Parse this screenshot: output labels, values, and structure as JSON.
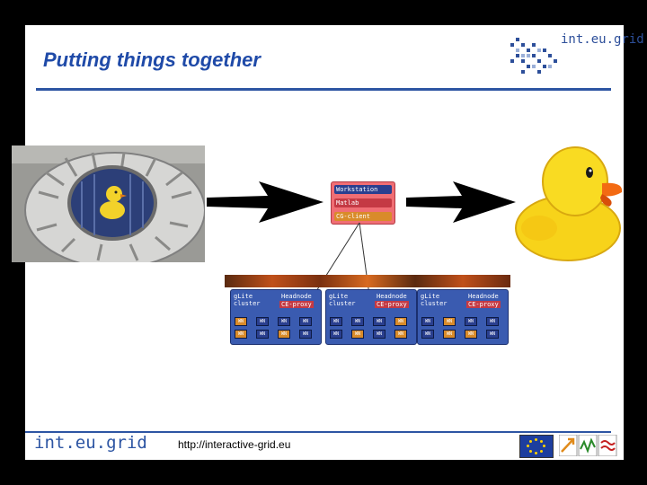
{
  "slide": {
    "title": "Putting things together",
    "logo_text": "int.eu.grid",
    "footer_logo": "int.eu.grid",
    "footer_url": "http://interactive-grid.eu"
  },
  "workstation": {
    "title": "Workstation",
    "items": [
      "Matlab",
      "CG-client"
    ]
  },
  "clusters": [
    {
      "label": "gLite cluster",
      "headnode": "Headnode",
      "proxy": "CE-proxy"
    },
    {
      "label": "gLite cluster",
      "headnode": "Headnode",
      "proxy": "CE-proxy"
    },
    {
      "label": "gLite cluster",
      "headnode": "Headnode",
      "proxy": "CE-proxy"
    }
  ],
  "node_label": "WN",
  "colors": {
    "title": "#1f4aa8",
    "rule": "#2d55a3",
    "workstation": "#f06e74",
    "cluster": "#3a5bb0",
    "arrow": "#000000"
  },
  "icons": [
    "duck-in-scanner-image",
    "rubber-duck-image",
    "right-arrow-icon",
    "eu-flag-icon"
  ]
}
